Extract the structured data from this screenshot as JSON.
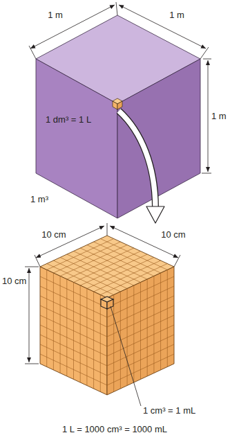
{
  "diagram": {
    "labels": [
      "1 m",
      "1 m",
      "1 m",
      "1 dm³ = 1 L",
      "1 m³",
      "10 cm",
      "10 cm",
      "10 cm",
      "1 cm³ = 1 mL",
      "1 L = 1000 cm³ = 1000 mL"
    ]
  }
}
